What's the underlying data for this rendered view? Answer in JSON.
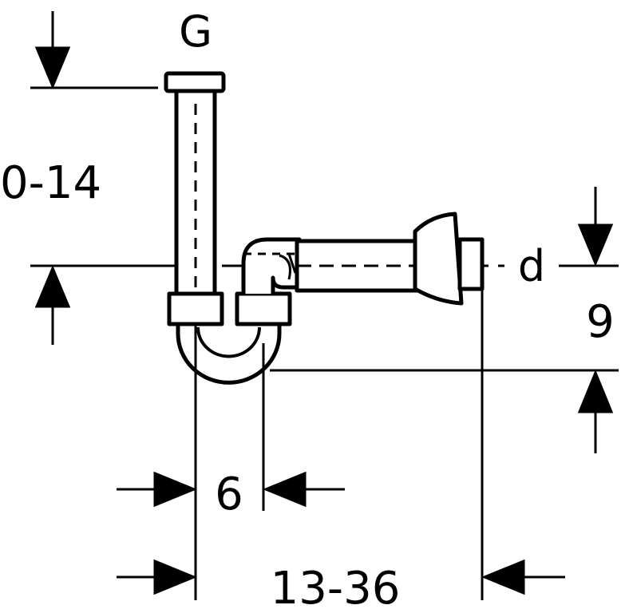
{
  "labels": {
    "thread": "G",
    "height_range": "0-14",
    "diameter": "d",
    "outlet_height": "9",
    "trap_offset": "6",
    "length_range": "13-36"
  },
  "colors": {
    "line": "#000000",
    "background": "#ffffff"
  }
}
